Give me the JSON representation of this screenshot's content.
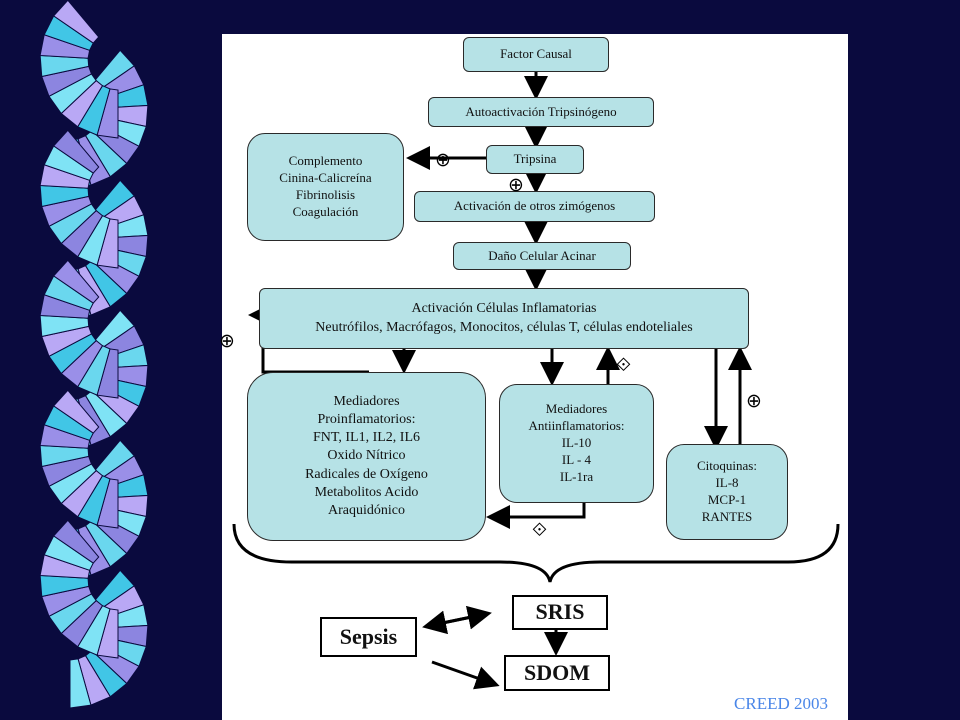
{
  "diagram": {
    "nodes": {
      "factor_causal": "Factor Causal",
      "autoactivacion": "Autoactivación Tripsinógeno",
      "tripsina": "Tripsina",
      "complemento": "Complemento\nCinina-Calicreína\nFibrinolisis\nCoagulación",
      "activacion_zimogenos": "Activación de otros zimógenos",
      "dano_celular": "Daño Celular Acinar",
      "activacion_celulas": "Activación Células Inflamatorias\nNeutrófilos, Macrófagos, Monocitos, células T, células endoteliales",
      "mediadores_proinf": "Mediadores\nProinflamatorios:\n   FNT, IL1, IL2, IL6\nOxido Nítrico\nRadicales de Oxígeno\nMetabolitos Acido\nAraquidónico",
      "mediadores_antiinf": "Mediadores\nAntiinflamatorios:\nIL-10\nIL - 4\nIL-1ra",
      "citoquinas": "Citoquinas:\nIL-8\nMCP-1\nRANTES",
      "sris": "SRIS",
      "sepsis": "Sepsis",
      "sdom": "SDOM"
    },
    "symbols": {
      "plus": "⊕",
      "minus": "⟐"
    }
  },
  "credit": "CREED 2003"
}
